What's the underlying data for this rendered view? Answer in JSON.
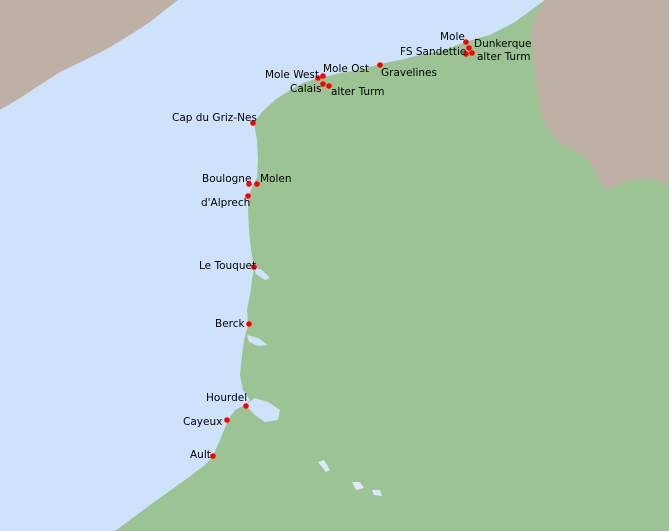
{
  "colors": {
    "sea": "#cfe2fb",
    "land": "#9bc394",
    "foreign": "#bfb0a6",
    "marker": "#ff0000"
  },
  "places": [
    {
      "id": "mole-dunkerque",
      "label": "Mole"
    },
    {
      "id": "dunkerque",
      "label": "Dunkerque"
    },
    {
      "id": "fs-sandettie",
      "label": "FS Sandettie"
    },
    {
      "id": "alter-turm-dunkerque",
      "label": "alter Turm"
    },
    {
      "id": "mole-west",
      "label": "Mole West"
    },
    {
      "id": "mole-ost",
      "label": "Mole Ost"
    },
    {
      "id": "gravelines",
      "label": "Gravelines"
    },
    {
      "id": "calais",
      "label": "Calais"
    },
    {
      "id": "alter-turm-calais",
      "label": "alter Turm"
    },
    {
      "id": "cap-griz-nez",
      "label": "Cap du Griz-Nes"
    },
    {
      "id": "boulogne",
      "label": "Boulogne"
    },
    {
      "id": "molen",
      "label": "Molen"
    },
    {
      "id": "d-alprech",
      "label": "d'Alprech"
    },
    {
      "id": "le-touquet",
      "label": "Le Touquet"
    },
    {
      "id": "berck",
      "label": "Berck"
    },
    {
      "id": "hourdel",
      "label": "Hourdel"
    },
    {
      "id": "cayeux",
      "label": "Cayeux"
    },
    {
      "id": "ault",
      "label": "Ault"
    }
  ]
}
